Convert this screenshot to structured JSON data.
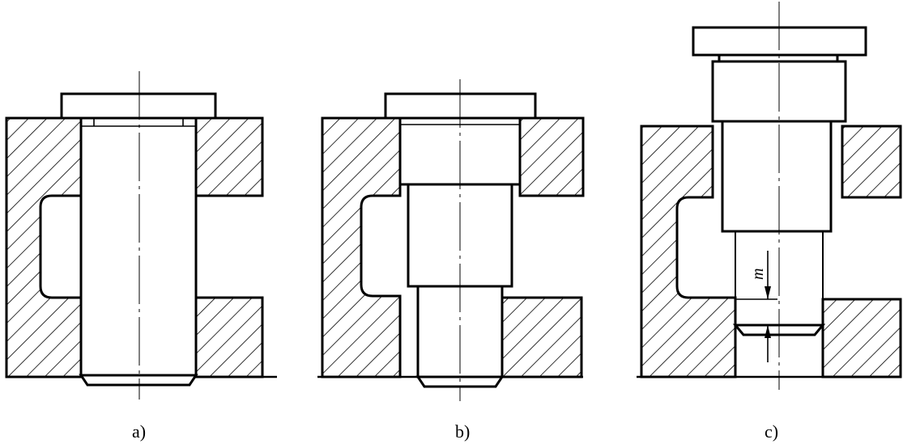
{
  "figures": [
    {
      "id": "a",
      "caption": "a)"
    },
    {
      "id": "b",
      "caption": "b)"
    },
    {
      "id": "c",
      "caption": "c)",
      "dimension_label": "m"
    }
  ]
}
